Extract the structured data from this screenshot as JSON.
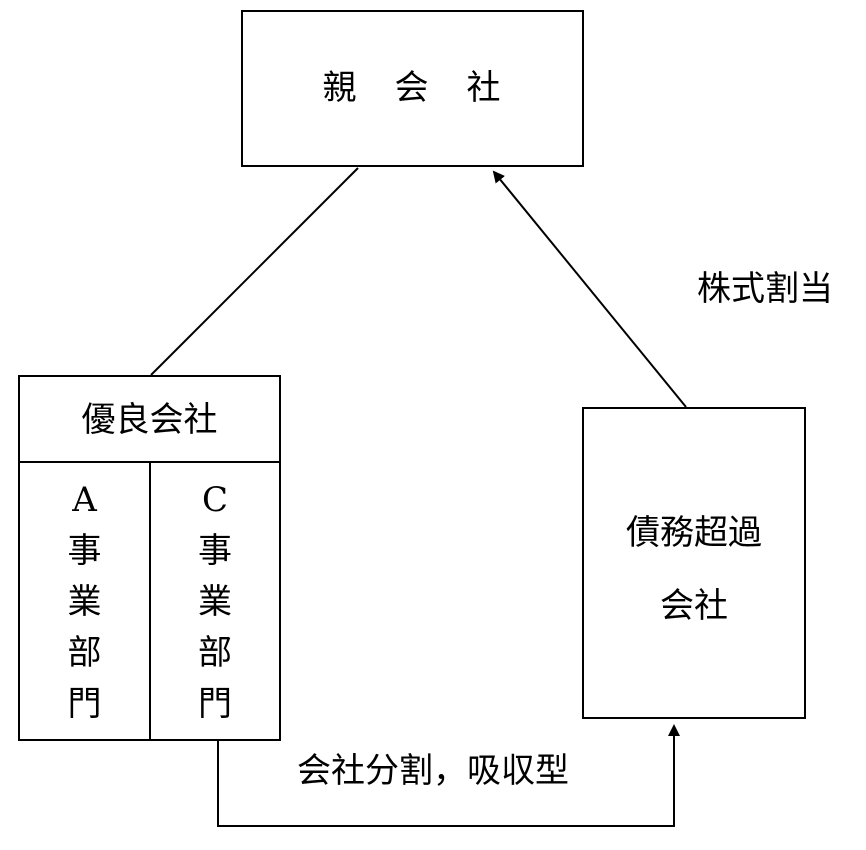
{
  "nodes": {
    "parent_company": "親　会　社",
    "good_company": "優良会社",
    "division_a": [
      "A",
      "事",
      "業",
      "部",
      "門"
    ],
    "division_c": [
      "C",
      "事",
      "業",
      "部",
      "門"
    ],
    "insolvent_company_line1": "債務超過",
    "insolvent_company_line2": "会社"
  },
  "edges": {
    "share_allotment": "株式割当",
    "split_absorption": "会社分割，吸収型"
  }
}
